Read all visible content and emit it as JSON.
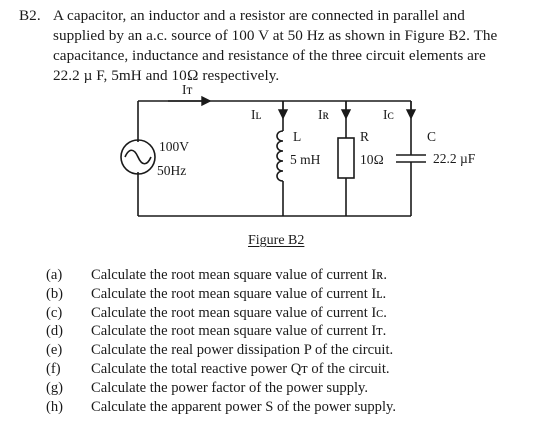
{
  "problem": {
    "number": "B2.",
    "intro_lines": [
      "A capacitor, an inductor and a resistor are connected in parallel and",
      "supplied by an a.c. source of 100 V at 50 Hz as shown in Figure B2. The",
      "capacitance, inductance and resistance of the three circuit elements are",
      "22.2 µ F, 5mH and 10Ω  respectively."
    ]
  },
  "circuit": {
    "source_voltage": "100V",
    "source_frequency": "50Hz",
    "current_total": "Iᴛ",
    "current_inductor": "Iʟ",
    "current_resistor": "Iʀ",
    "current_capacitor": "Iᴄ",
    "inductor_label": "L",
    "inductor_value": "5 mH",
    "resistor_label": "R",
    "resistor_value": "10Ω",
    "capacitor_label": "C",
    "capacitor_value": "22.2 µF"
  },
  "figure_caption": "Figure B2",
  "questions": [
    {
      "label": "(a)",
      "text": "Calculate the root mean square value of current Iʀ."
    },
    {
      "label": "(b)",
      "text": "Calculate the root mean square value of current Iʟ."
    },
    {
      "label": "(c)",
      "text": "Calculate the root mean square value of current Iᴄ."
    },
    {
      "label": "(d)",
      "text": "Calculate the root mean square value of current Iᴛ."
    },
    {
      "label": "(e)",
      "text": "Calculate the real power dissipation P of the circuit."
    },
    {
      "label": "(f)",
      "text": "Calculate the total reactive power Qᴛ of the circuit."
    },
    {
      "label": "(g)",
      "text": "Calculate the power factor of the power supply."
    },
    {
      "label": "(h)",
      "text": "Calculate the apparent power S of the power supply."
    }
  ]
}
